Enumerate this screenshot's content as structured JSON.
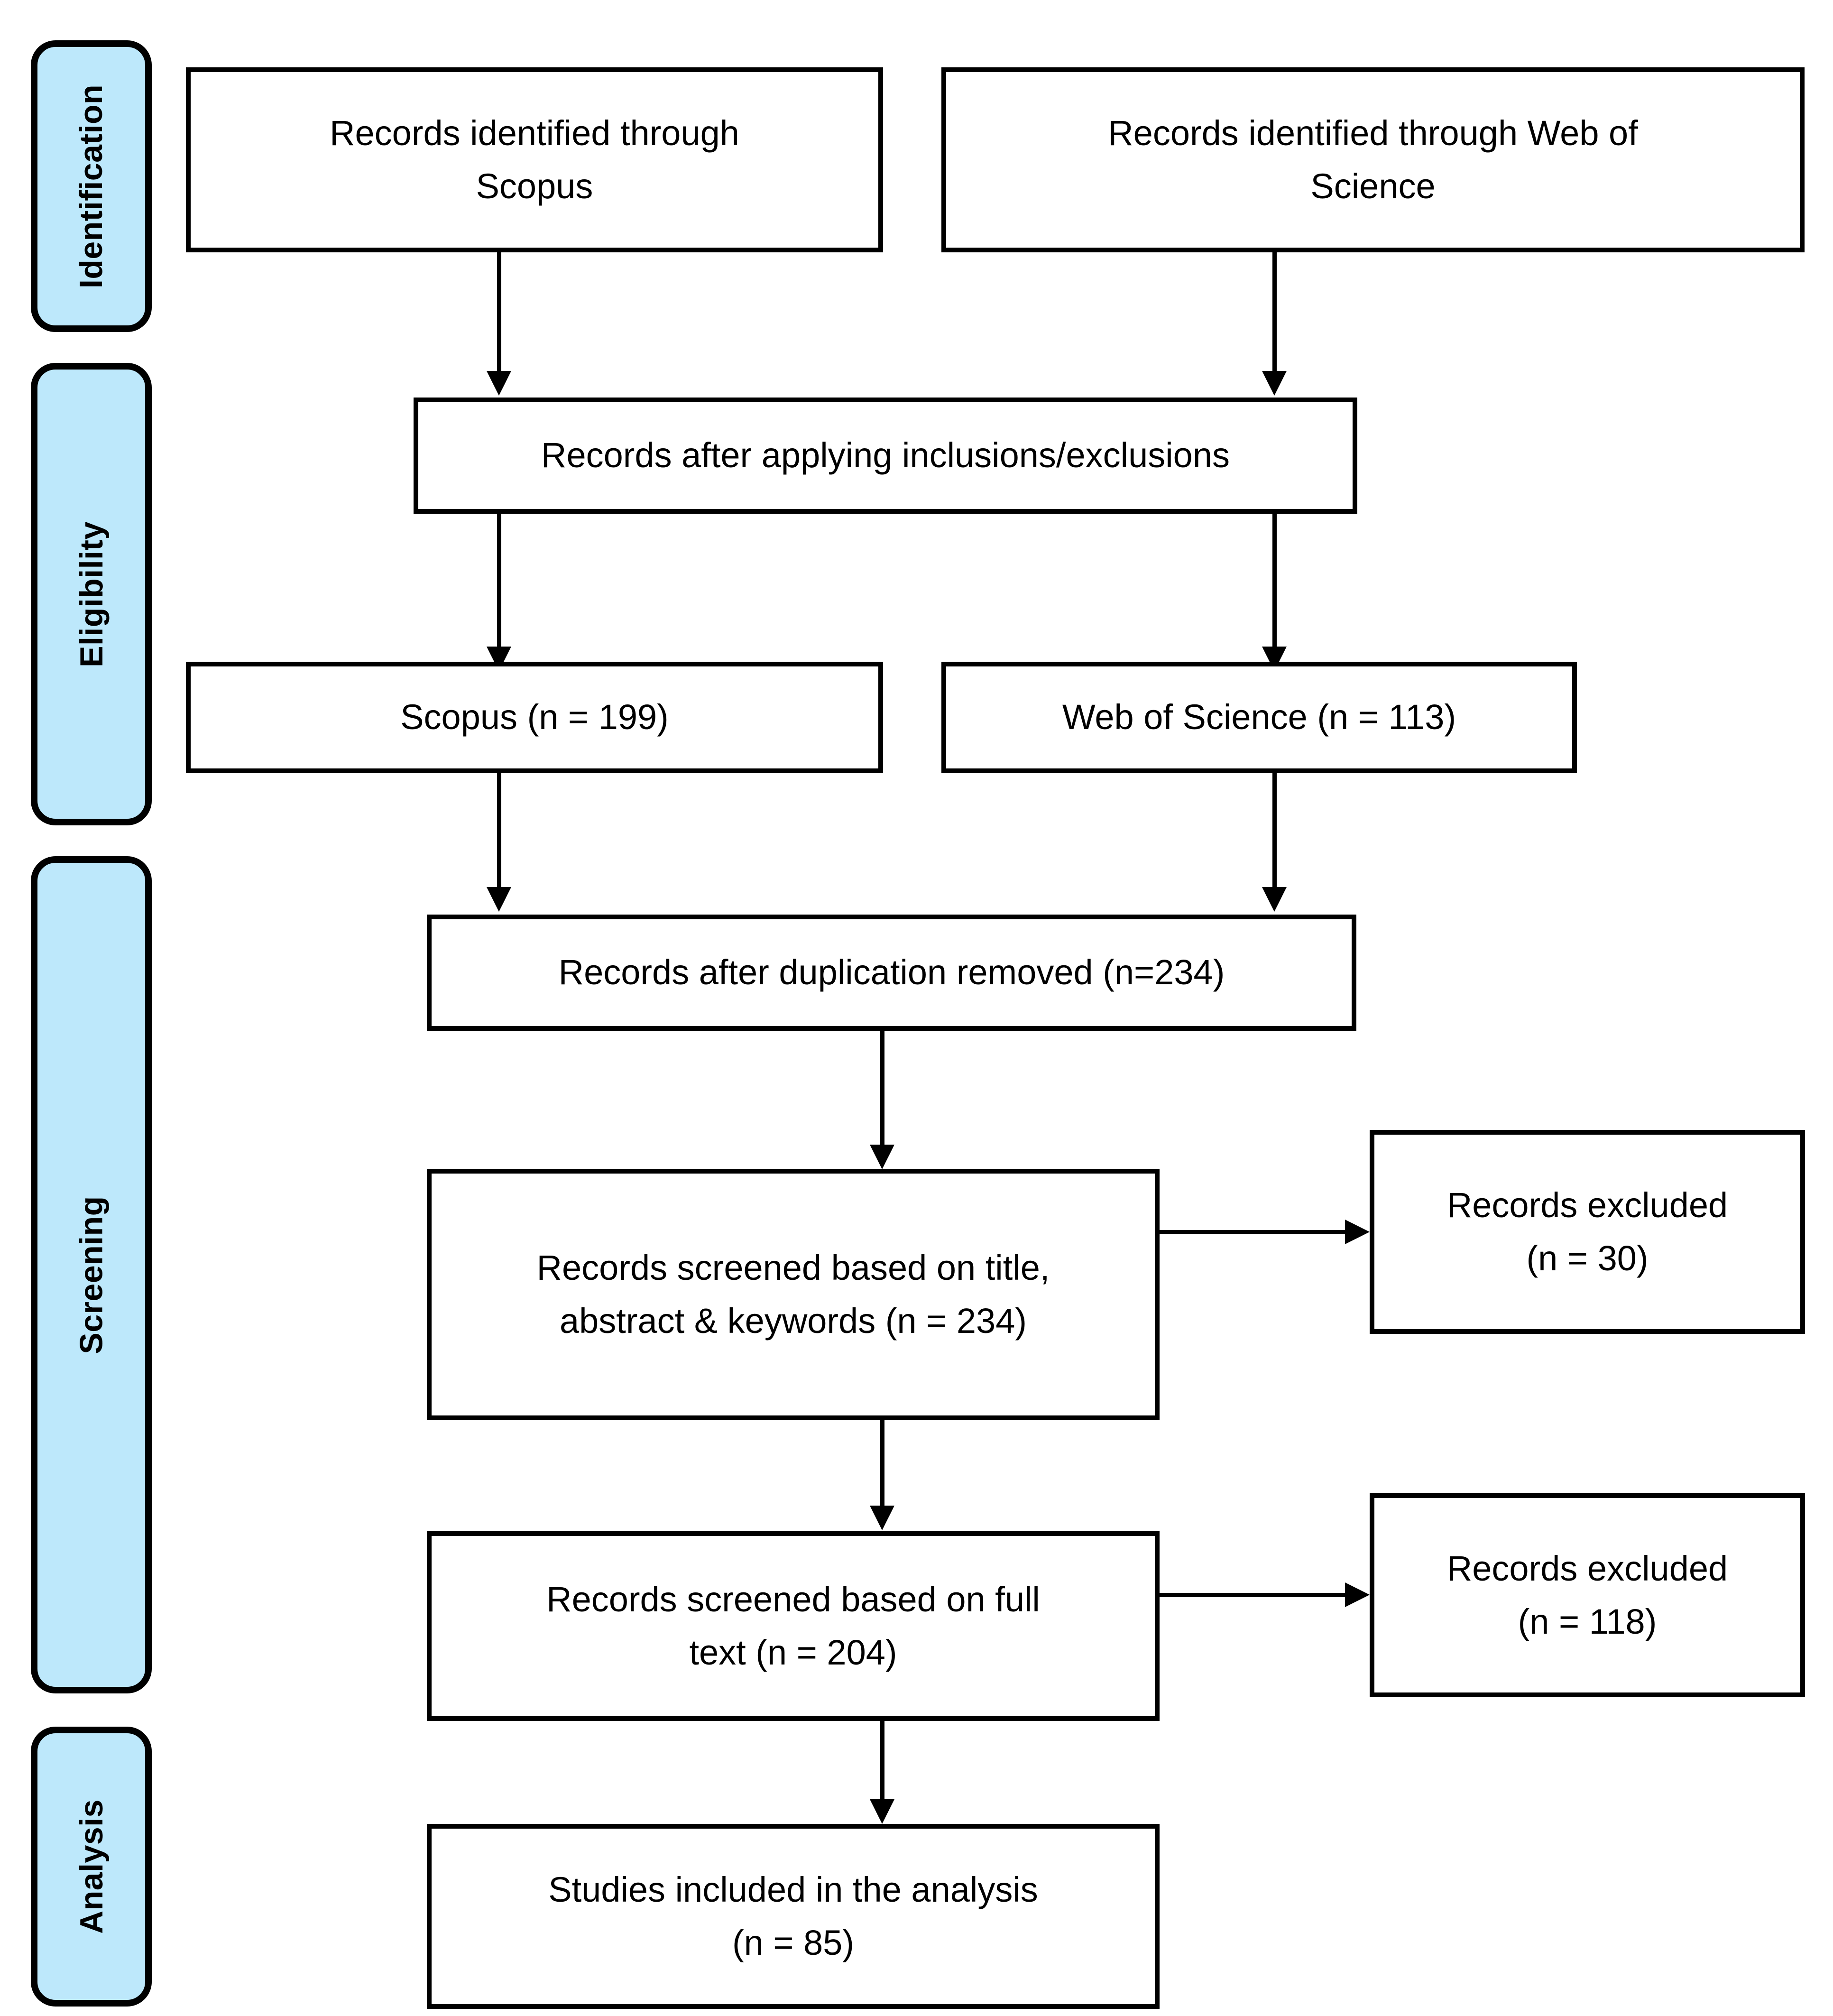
{
  "diagram": {
    "title": "PRISMA study selection flow diagram",
    "type": "flowchart",
    "colors": {
      "stage_fill": "#BDE8FB",
      "stage_border": "#000000",
      "node_fill": "#FFFFFF",
      "node_border": "#000000",
      "text": "#000000",
      "connector": "#000000"
    }
  },
  "stages": [
    {
      "id": "identification",
      "label": "Identification"
    },
    {
      "id": "eligibility",
      "label": "Eligibility"
    },
    {
      "id": "screening",
      "label": "Screening"
    },
    {
      "id": "analysis",
      "label": "Analysis"
    }
  ],
  "nodes": {
    "scopus_source": {
      "text": "Records identified through\nScopus"
    },
    "wos_source": {
      "text": "Records identified through Web of\nScience"
    },
    "inclusions": {
      "text": "Records after applying inclusions/exclusions"
    },
    "scopus_count": {
      "text": "Scopus (n = 199)"
    },
    "wos_count": {
      "text": "Web of Science (n = 113)"
    },
    "dedup": {
      "text": "Records after duplication removed (n=234)"
    },
    "screen_title": {
      "text": "Records screened based on title,\nabstract & keywords (n = 234)"
    },
    "excluded_title": {
      "text": "Records excluded\n(n = 30)"
    },
    "screen_fulltext": {
      "text": "Records screened based on full\ntext (n = 204)"
    },
    "excluded_full": {
      "text": "Records excluded\n(n = 118)"
    },
    "included": {
      "text": "Studies included in the analysis\n(n = 85)"
    }
  },
  "counts": {
    "scopus_identified_n": 199,
    "wos_identified_n": 113,
    "after_duplicates_n": 234,
    "screened_title_abstract_keywords_n": 234,
    "excluded_after_title_screen_n": 30,
    "screened_full_text_n": 204,
    "excluded_after_full_text_n": 118,
    "included_in_analysis_n": 85
  },
  "edges": [
    {
      "from": "scopus_source",
      "to": "inclusions",
      "direction": "down"
    },
    {
      "from": "wos_source",
      "to": "inclusions",
      "direction": "down"
    },
    {
      "from": "inclusions",
      "to": "scopus_count",
      "direction": "down"
    },
    {
      "from": "inclusions",
      "to": "wos_count",
      "direction": "down"
    },
    {
      "from": "scopus_count",
      "to": "dedup",
      "direction": "down"
    },
    {
      "from": "wos_count",
      "to": "dedup",
      "direction": "down"
    },
    {
      "from": "dedup",
      "to": "screen_title",
      "direction": "down"
    },
    {
      "from": "screen_title",
      "to": "excluded_title",
      "direction": "right"
    },
    {
      "from": "screen_title",
      "to": "screen_fulltext",
      "direction": "down"
    },
    {
      "from": "screen_fulltext",
      "to": "excluded_full",
      "direction": "right"
    },
    {
      "from": "screen_fulltext",
      "to": "included",
      "direction": "down"
    }
  ]
}
